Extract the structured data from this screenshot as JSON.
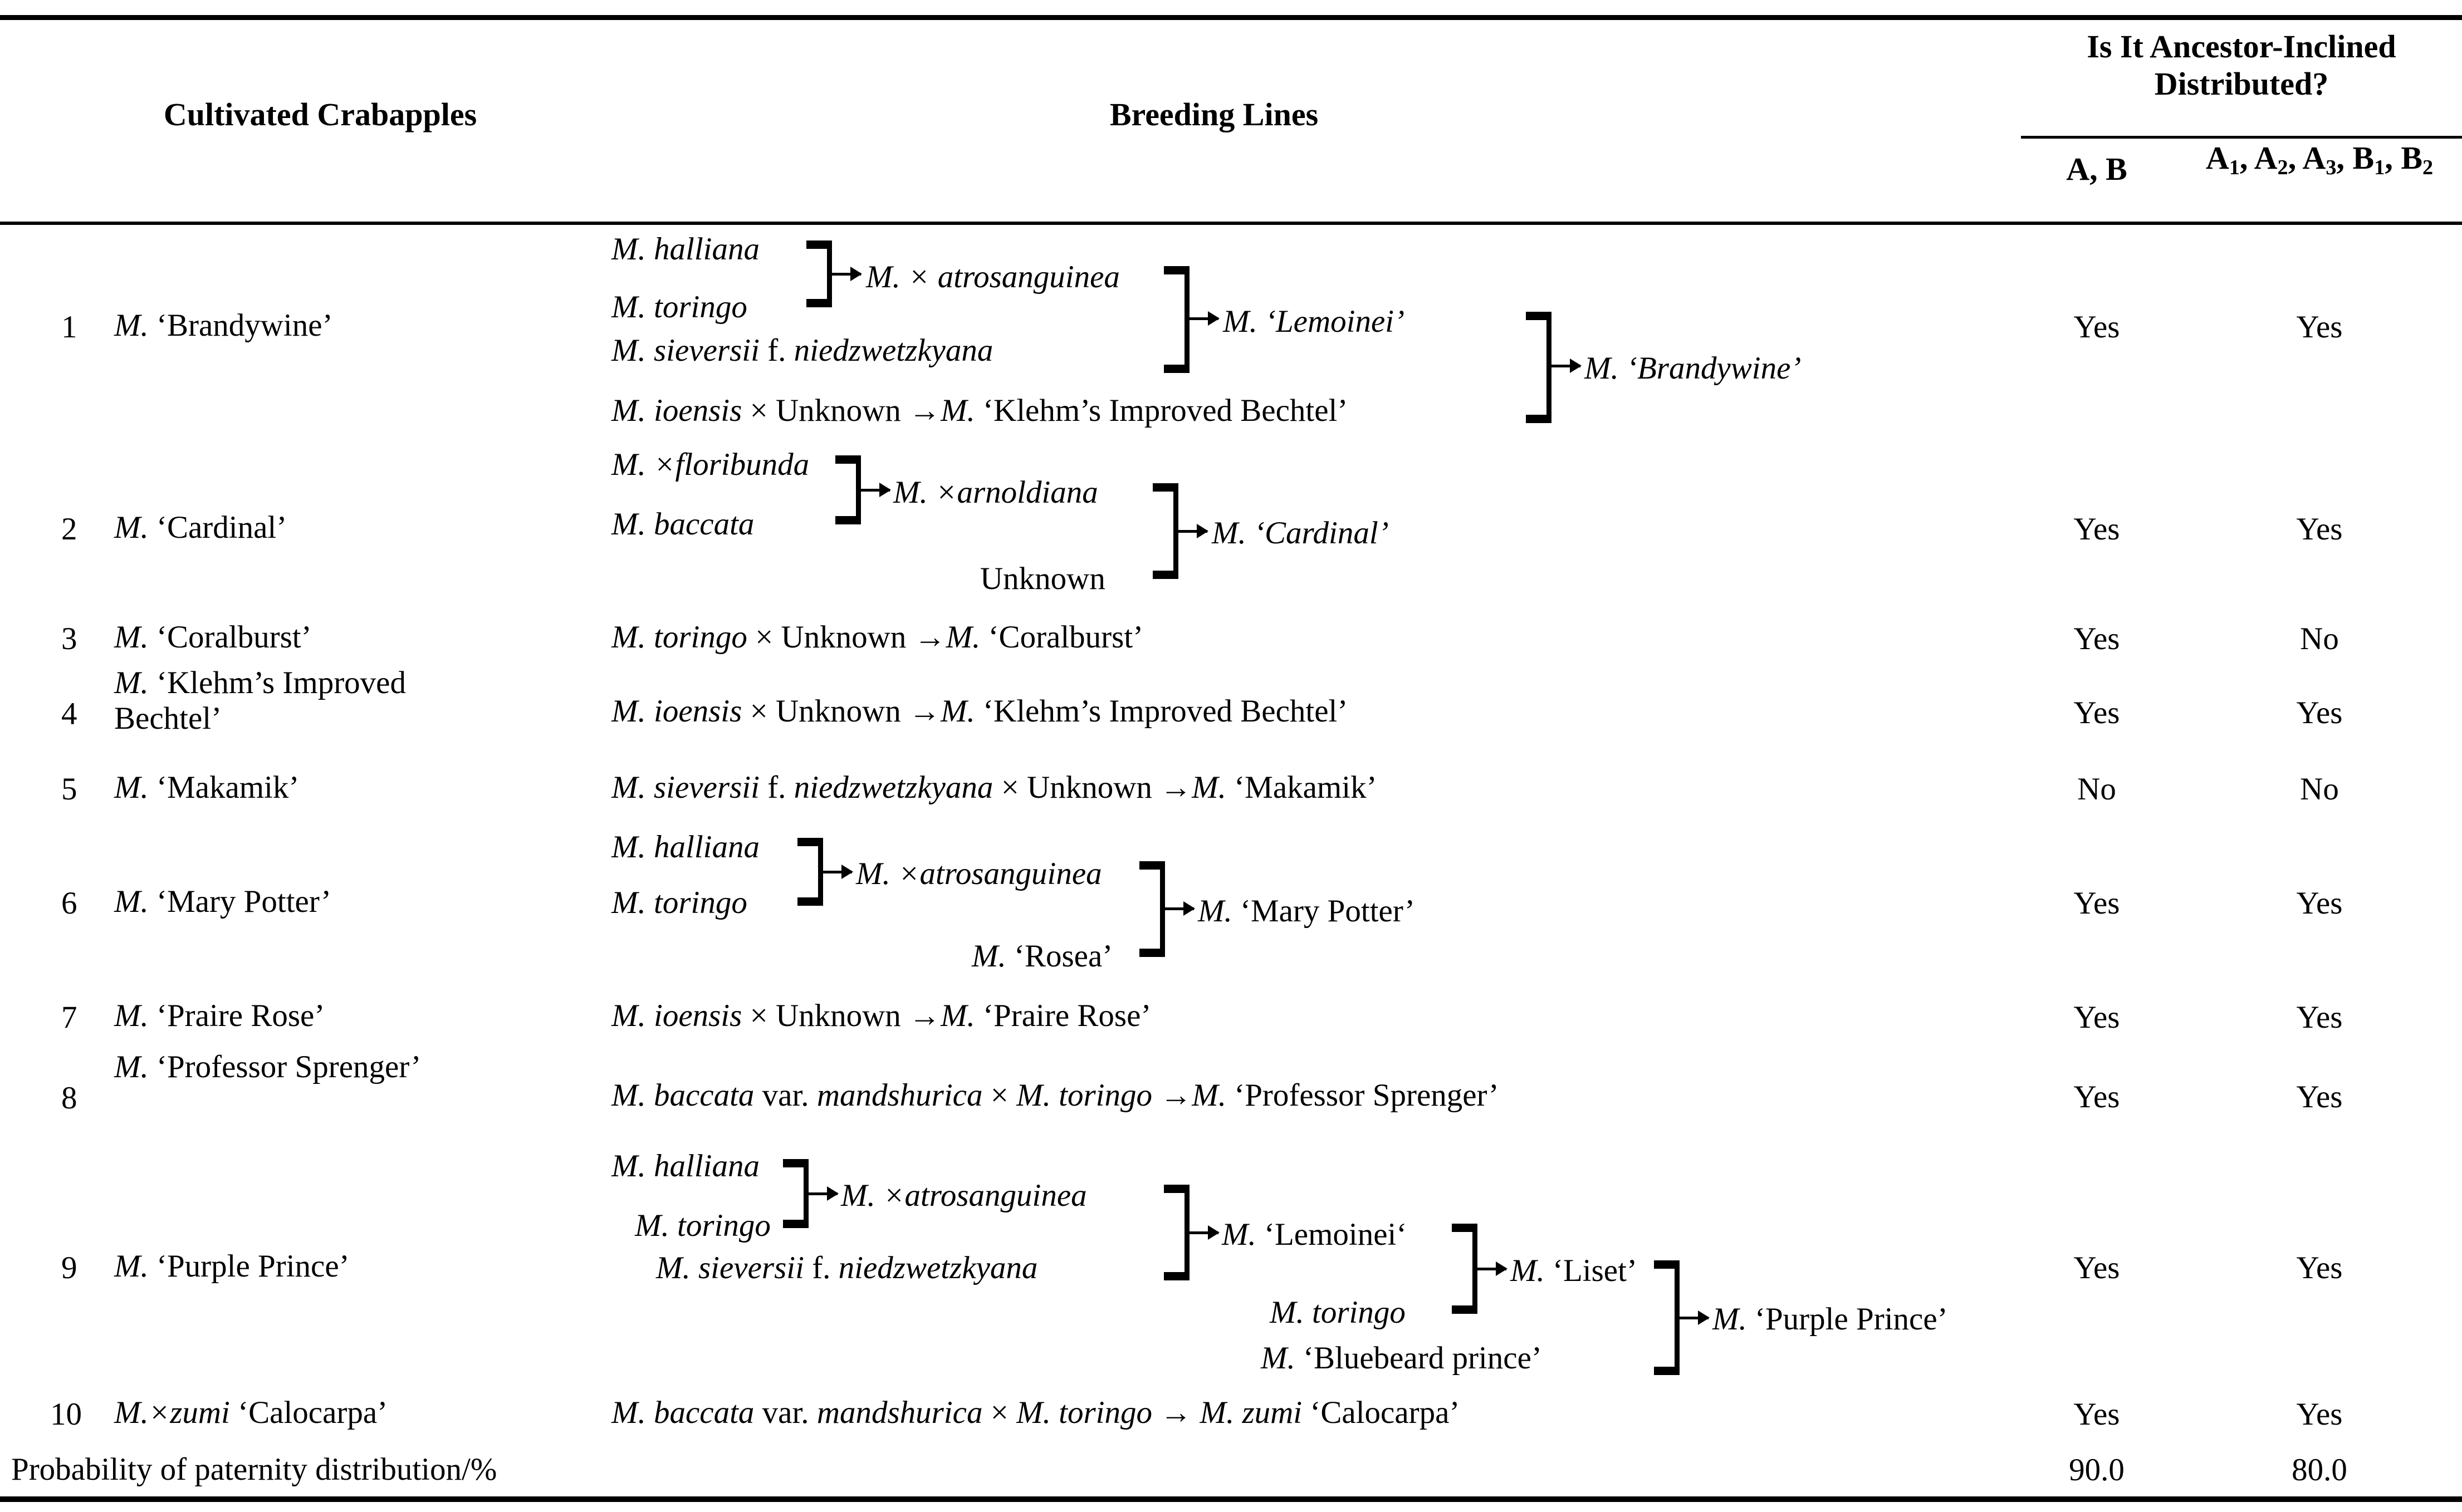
{
  "table": {
    "headers": {
      "col_crabapples": "Cultivated Crabapples",
      "col_breeding": "Breeding Lines",
      "col_group": "Is It Ancestor-Inclined Distributed?",
      "col_ab": "A, B",
      "col_a123": "A₁, A₂, A₃, B₁, B₂"
    },
    "footer": {
      "label": "Probability of paternity distribution/%",
      "ab": "90.0",
      "a123": "80.0"
    },
    "rows": [
      {
        "no": "1",
        "cultivar_genus": "M.",
        "cultivar_name": "‘Brandywine’",
        "ab": "Yes",
        "a123": "Yes",
        "pedigree_type": "cascade",
        "nodes": {
          "p1": "M. halliana",
          "p2": "M. toringo",
          "p3": "M. sieversii",
          "p3b": "f.",
          "p3c": "niedzwetzkyana",
          "n1": "M. × atrosanguinea",
          "n2": "M. ‘Lemoinei’",
          "p4a": "M. ioensis",
          "p4b": "× Unknown →",
          "p4c": "M.",
          "p4d": "‘Klehm’s Improved Bechtel’",
          "n3": "M. ‘Brandywine’"
        }
      },
      {
        "no": "2",
        "cultivar_genus": "M.",
        "cultivar_name": "‘Cardinal’",
        "ab": "Yes",
        "a123": "Yes",
        "pedigree_type": "cascade",
        "nodes": {
          "p1": "M. ×floribunda",
          "p2": "M. baccata",
          "n1": "M. ×arnoldiana",
          "p3": "Unknown",
          "n2": "M. ‘Cardinal’"
        }
      },
      {
        "no": "3",
        "cultivar_genus": "M.",
        "cultivar_name": "‘Coralburst’",
        "ab": "Yes",
        "a123": "No",
        "pedigree_type": "linear",
        "line_parts": [
          {
            "text": "M. toringo",
            "italic": true
          },
          {
            "text": " × Unknown →",
            "italic": false
          },
          {
            "text": "M.",
            "italic": true
          },
          {
            "text": " ‘Coralburst’",
            "italic": false
          }
        ]
      },
      {
        "no": "4",
        "cultivar_genus": "M.",
        "cultivar_name": "‘Klehm’s Improved Bechtel’",
        "ab": "Yes",
        "a123": "Yes",
        "pedigree_type": "linear",
        "line_parts": [
          {
            "text": "M. ioensis",
            "italic": true
          },
          {
            "text": " × Unknown →",
            "italic": false
          },
          {
            "text": "M.",
            "italic": true
          },
          {
            "text": " ‘Klehm’s Improved Bechtel’",
            "italic": false
          }
        ]
      },
      {
        "no": "5",
        "cultivar_genus": "M.",
        "cultivar_name": "‘Makamik’",
        "ab": "No",
        "a123": "No",
        "pedigree_type": "linear",
        "line_parts": [
          {
            "text": "M. sieversii",
            "italic": true
          },
          {
            "text": " f. ",
            "italic": false
          },
          {
            "text": "niedzwetzkyana",
            "italic": true
          },
          {
            "text": " × Unknown →",
            "italic": false
          },
          {
            "text": "M.",
            "italic": true
          },
          {
            "text": " ‘Makamik’",
            "italic": false
          }
        ]
      },
      {
        "no": "6",
        "cultivar_genus": "M.",
        "cultivar_name": "‘Mary Potter’",
        "ab": "Yes",
        "a123": "Yes",
        "pedigree_type": "cascade",
        "nodes": {
          "p1": "M. halliana",
          "p2": "M. toringo",
          "n1": "M. ×atrosanguinea",
          "p3": "M. ‘Rosea’",
          "n2": "M. ‘Mary Potter’"
        }
      },
      {
        "no": "7",
        "cultivar_genus": "M.",
        "cultivar_name": "‘Praire Rose’",
        "ab": "Yes",
        "a123": "Yes",
        "pedigree_type": "linear",
        "line_parts": [
          {
            "text": "M. ioensis",
            "italic": true
          },
          {
            "text": " × Unknown →",
            "italic": false
          },
          {
            "text": "M.",
            "italic": true
          },
          {
            "text": " ‘Praire Rose’",
            "italic": false
          }
        ]
      },
      {
        "no": "8",
        "cultivar_genus": "M.",
        "cultivar_name": "‘Professor Sprenger’",
        "ab": "Yes",
        "a123": "Yes",
        "pedigree_type": "linear",
        "line_parts": [
          {
            "text": "M. baccata",
            "italic": true
          },
          {
            "text": " var. ",
            "italic": false
          },
          {
            "text": "mandshurica",
            "italic": true
          },
          {
            "text": " × ",
            "italic": false
          },
          {
            "text": "M. toringo",
            "italic": true
          },
          {
            "text": " →",
            "italic": false
          },
          {
            "text": "M.",
            "italic": true
          },
          {
            "text": " ‘Professor Sprenger’",
            "italic": false
          }
        ]
      },
      {
        "no": "9",
        "cultivar_genus": "M.",
        "cultivar_name": "‘Purple Prince’",
        "ab": "Yes",
        "a123": "Yes",
        "pedigree_type": "cascade",
        "nodes": {
          "p1": "M. halliana",
          "p2": "M. toringo",
          "p3": "M. sieversii",
          "p3b": "f.",
          "p3c": "niedzwetzkyana",
          "n1": "M. ×atrosanguinea",
          "n2": "M. ‘Lemoinei’",
          "p4": "M. toringo",
          "n3": "M. ‘Liset’",
          "p5": "M. ‘Bluebeard prince’",
          "n4": "M. ‘Purple Prince’"
        }
      },
      {
        "no": "10",
        "cultivar_genus": "M.×zumi",
        "cultivar_name": "‘Calocarpa’",
        "ab": "Yes",
        "a123": "Yes",
        "pedigree_type": "linear",
        "line_parts": [
          {
            "text": "M. baccata",
            "italic": true
          },
          {
            "text": " var. ",
            "italic": false
          },
          {
            "text": "mandshurica",
            "italic": true
          },
          {
            "text": " × ",
            "italic": false
          },
          {
            "text": "M. toringo",
            "italic": true
          },
          {
            "text": " → ",
            "italic": false
          },
          {
            "text": "M. zumi",
            "italic": true
          },
          {
            "text": " ‘Calocarpa’",
            "italic": false
          }
        ]
      }
    ]
  }
}
